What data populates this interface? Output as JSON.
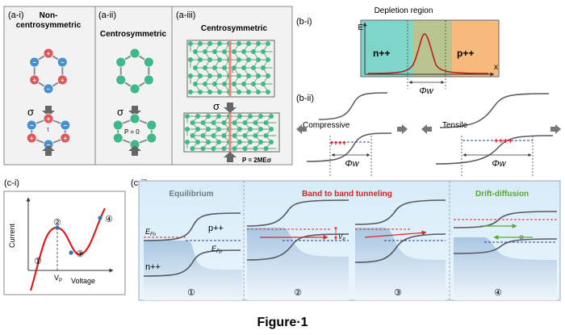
{
  "figure_caption": "Figure·1",
  "panel_a": {
    "a_i": {
      "label": "(a-i)",
      "title_line1": "Non-",
      "title_line2": "centrosymmetric",
      "stress_symbol": "σ",
      "shear_symbol": "τ"
    },
    "a_ii": {
      "label": "(a-ii)",
      "title": "Centrosymmetric",
      "stress_symbol": "σ",
      "p_zero": "P = 0"
    },
    "a_iii": {
      "label": "(a-iii)",
      "title": "Centrosymmetric",
      "stress_symbol": "σ",
      "shear_symbol": "ε",
      "p_formula": "P = 2MEσ"
    }
  },
  "panel_b": {
    "b_i": {
      "label": "(b-i)",
      "title": "Depletion region",
      "y_axis": "E",
      "x_axis": "x",
      "left_region": "n++",
      "right_region": "p++",
      "width_symbol": "Φw"
    },
    "b_ii": {
      "label": "(b-ii)",
      "left_case": "Compressive",
      "right_case": "Tensile",
      "width_symbol": "Φw"
    }
  },
  "panel_c": {
    "c_i": {
      "label": "(c-i)",
      "y_axis": "Current",
      "x_axis": "Voltage",
      "peak_voltage": "VP",
      "points": [
        "①",
        "②",
        "③",
        "④"
      ]
    },
    "c_ii": {
      "label": "(c-ii)",
      "regimes": [
        {
          "title": "Equilibrium",
          "color": "#6e7a84",
          "number": "①"
        },
        {
          "title": "Band to band tunneling",
          "color": "#e02020",
          "numbers": [
            "②",
            "③"
          ]
        },
        {
          "title": "Drift-diffusion",
          "color": "#5aa82a",
          "number": "④"
        }
      ],
      "efn": "EFn",
      "efp": "EFp",
      "p_side": "p++",
      "n_side": "n++",
      "vp": "VP"
    }
  },
  "colors": {
    "atom_red": "#e0575a",
    "atom_blue": "#4a8fd0",
    "atom_green": "#3fb98a",
    "strain_line": "#e8887a",
    "band_gray": "#555a60",
    "fermi_red": "#d62a2a",
    "fermi_blue": "#2c3e8a",
    "n_region": "#7dd6c9",
    "p_region": "#f7b97c"
  }
}
